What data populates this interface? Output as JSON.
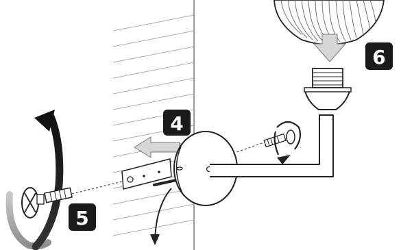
{
  "steps": [
    {
      "label": "4"
    },
    {
      "label": "5"
    },
    {
      "label": "6"
    }
  ]
}
